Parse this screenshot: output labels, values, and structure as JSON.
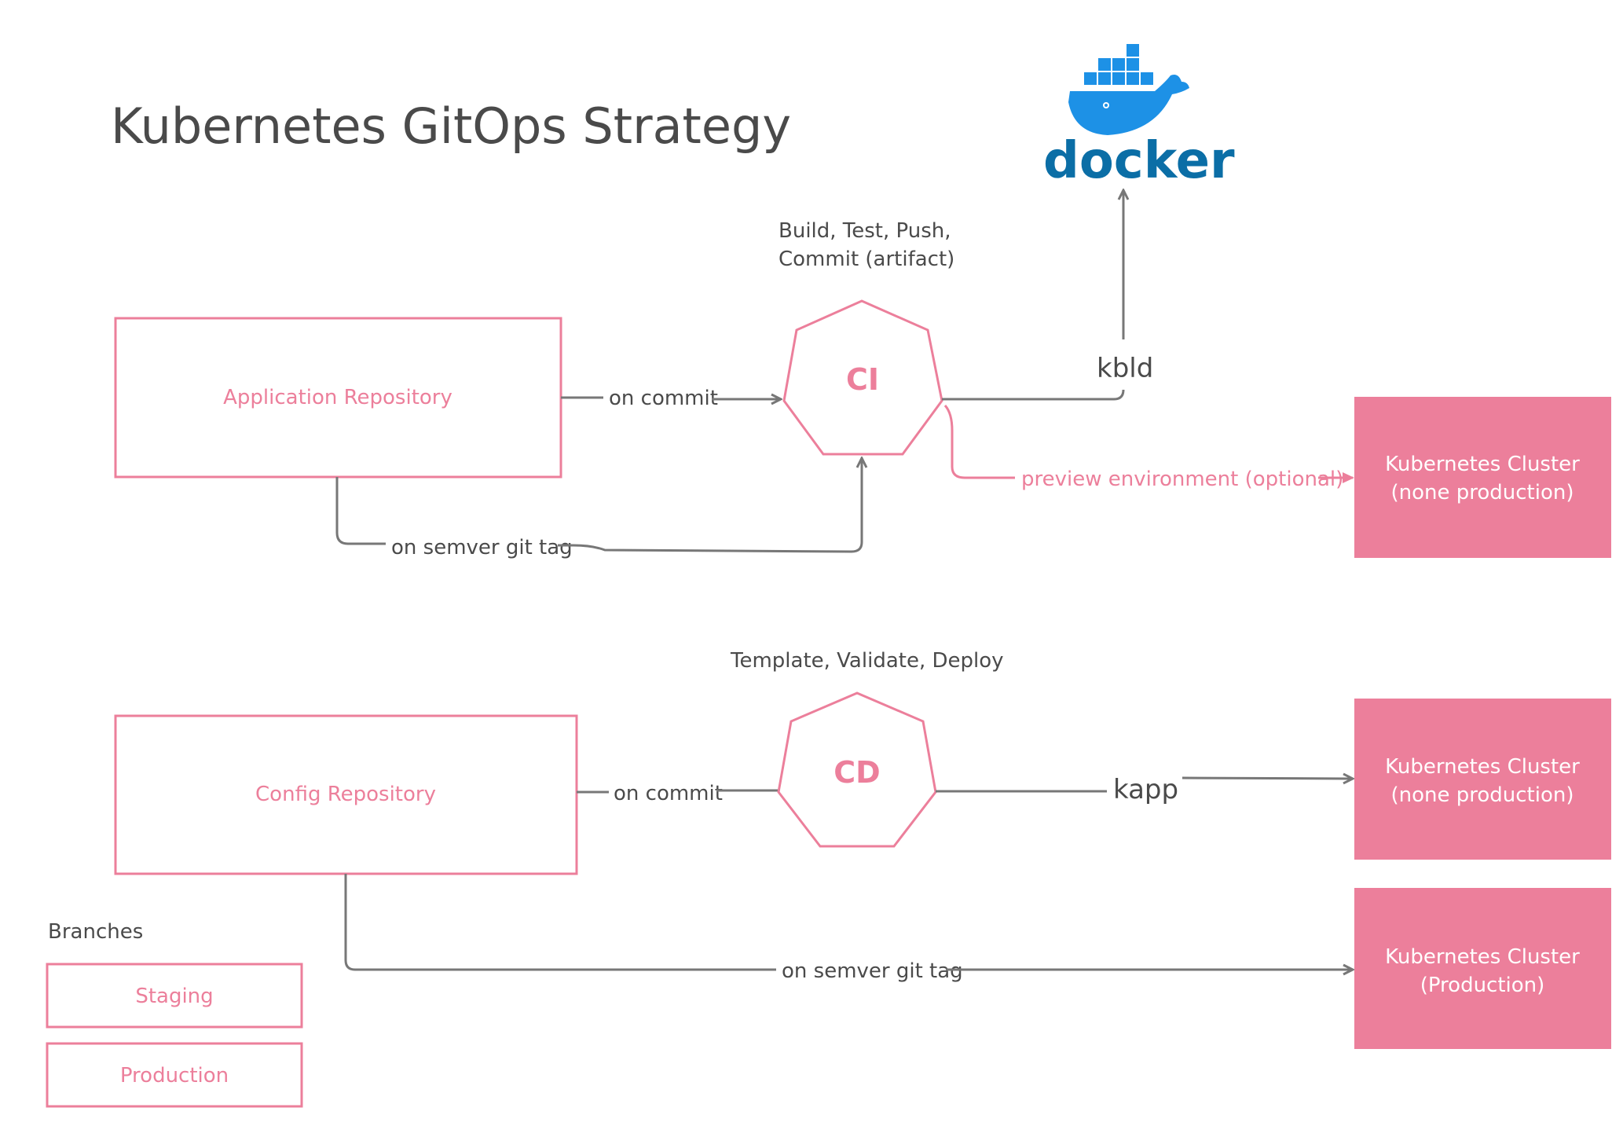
{
  "title": "Kubernetes GitOps Strategy",
  "colors": {
    "accent_pink": "#ec7f9b",
    "line_gray": "#777777",
    "text_gray": "#4a4a4a",
    "docker_blue": "#1d91e6"
  },
  "logo": {
    "text": "docker",
    "icon": "docker-whale-icon"
  },
  "ci": {
    "node_label": "CI",
    "note_line1": "Build, Test, Push,",
    "note_line2": "Commit (artifact)",
    "repo_label": "Application Repository",
    "on_commit": "on commit",
    "on_tag": "on semver git tag",
    "tool": "kbld",
    "preview": "preview environment (optional)",
    "cluster_line1": "Kubernetes Cluster",
    "cluster_line2": "(none production)"
  },
  "cd": {
    "node_label": "CD",
    "note": "Template, Validate, Deploy",
    "repo_label": "Config Repository",
    "on_commit": "on commit",
    "tool": "kapp",
    "on_tag": "on semver git tag",
    "cluster_np_line1": "Kubernetes Cluster",
    "cluster_np_line2": "(none production)",
    "cluster_p_line1": "Kubernetes Cluster",
    "cluster_p_line2": "(Production)"
  },
  "branches": {
    "heading": "Branches",
    "items": [
      "Staging",
      "Production"
    ]
  }
}
